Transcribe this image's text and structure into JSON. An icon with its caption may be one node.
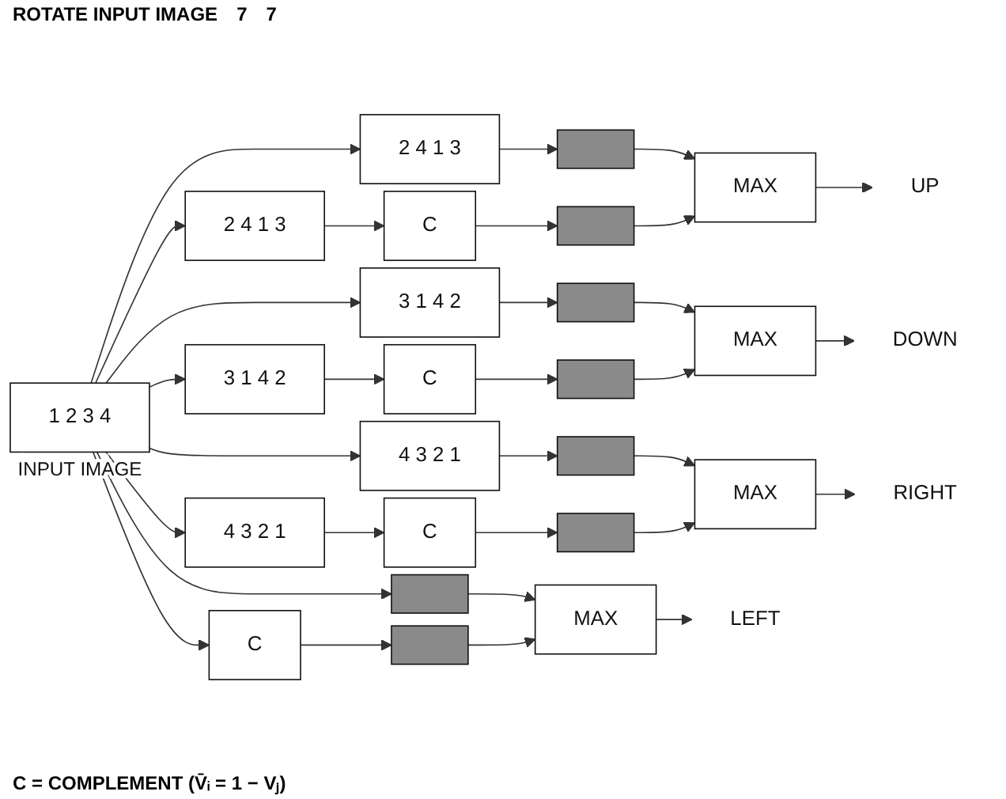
{
  "diagram": {
    "caption": "C = COMPLEMENT (V̄ᵢ = 1 − Vⱼ)",
    "nodes": [
      {
        "text": [
          "1 2 3 4"
        ],
        "beside": [
          "INPUT IMAGE"
        ]
      },
      {
        "text": [
          "2 4 1 3"
        ]
      },
      {
        "text": [
          "2 4 1 3"
        ]
      },
      {
        "text": [
          "3 1 4 2"
        ]
      },
      {
        "text": [
          "3 1 4 2"
        ]
      },
      {
        "text": [
          "4 3 2 1"
        ]
      },
      {
        "text": [
          "4 3 2 1"
        ]
      },
      {
        "text": [
          "C"
        ]
      },
      {
        "text": [
          "C"
        ]
      },
      {
        "text": [
          "C"
        ]
      },
      {
        "text": [
          "C"
        ]
      },
      {
        "text": [],
        "shape": "bar"
      },
      {
        "text": [],
        "shape": "bar"
      },
      {
        "text": [],
        "shape": "bar"
      },
      {
        "text": [],
        "shape": "bar"
      },
      {
        "text": [],
        "shape": "bar"
      },
      {
        "text": [],
        "shape": "bar"
      },
      {
        "text": [],
        "shape": "bar"
      },
      {
        "text": [],
        "shape": "bar"
      },
      {
        "text": [
          "MAX"
        ]
      },
      {
        "text": [
          "MAX"
        ]
      },
      {
        "text": [
          "MAX"
        ]
      },
      {
        "text": [
          "MAX"
        ]
      },
      {
        "text": [
          "UP"
        ]
      },
      {
        "text": [
          "DOWN"
        ]
      },
      {
        "text": [
          "RIGHT"
        ]
      },
      {
        "text": [
          "LEFT"
        ]
      }
    ],
    "edges": [
      {
        "from": 0,
        "to": 1,
        "arrow": "to"
      },
      {
        "from": 0,
        "to": 2,
        "arrow": "to"
      },
      {
        "from": 0,
        "to": 3,
        "arrow": "to"
      },
      {
        "from": 0,
        "to": 4,
        "arrow": "to"
      },
      {
        "from": 0,
        "to": 5,
        "arrow": "to"
      },
      {
        "from": 0,
        "to": 6,
        "arrow": "to"
      },
      {
        "from": 0,
        "to": 17,
        "arrow": "to"
      },
      {
        "from": 0,
        "to": 10,
        "arrow": "to"
      },
      {
        "from": 1,
        "to": 11,
        "arrow": "to"
      },
      {
        "from": 2,
        "to": 7,
        "arrow": "to"
      },
      {
        "from": 7,
        "to": 12,
        "arrow": "to"
      },
      {
        "from": 3,
        "to": 13,
        "arrow": "to"
      },
      {
        "from": 4,
        "to": 8,
        "arrow": "to"
      },
      {
        "from": 8,
        "to": 14,
        "arrow": "to"
      },
      {
        "from": 5,
        "to": 15,
        "arrow": "to"
      },
      {
        "from": 6,
        "to": 9,
        "arrow": "to"
      },
      {
        "from": 9,
        "to": 16,
        "arrow": "to"
      },
      {
        "from": 10,
        "to": 18,
        "arrow": "to"
      },
      {
        "from": 11,
        "to": 19,
        "arrow": "to"
      },
      {
        "from": 12,
        "to": 19,
        "arrow": "to"
      },
      {
        "from": 13,
        "to": 20,
        "arrow": "to"
      },
      {
        "from": 14,
        "to": 20,
        "arrow": "to"
      },
      {
        "from": 15,
        "to": 21,
        "arrow": "to"
      },
      {
        "from": 16,
        "to": 21,
        "arrow": "to"
      },
      {
        "from": 17,
        "to": 22,
        "arrow": "to"
      },
      {
        "from": 18,
        "to": 22,
        "arrow": "to"
      },
      {
        "from": 19,
        "to": 23,
        "arrow": "to"
      },
      {
        "from": 20,
        "to": 24,
        "arrow": "to"
      },
      {
        "from": 21,
        "to": 25,
        "arrow": "to"
      },
      {
        "from": 22,
        "to": 26,
        "arrow": "to"
      }
    ],
    "labels": [
      "ROTATE INPUT IMAGE",
      "7",
      "7"
    ]
  }
}
